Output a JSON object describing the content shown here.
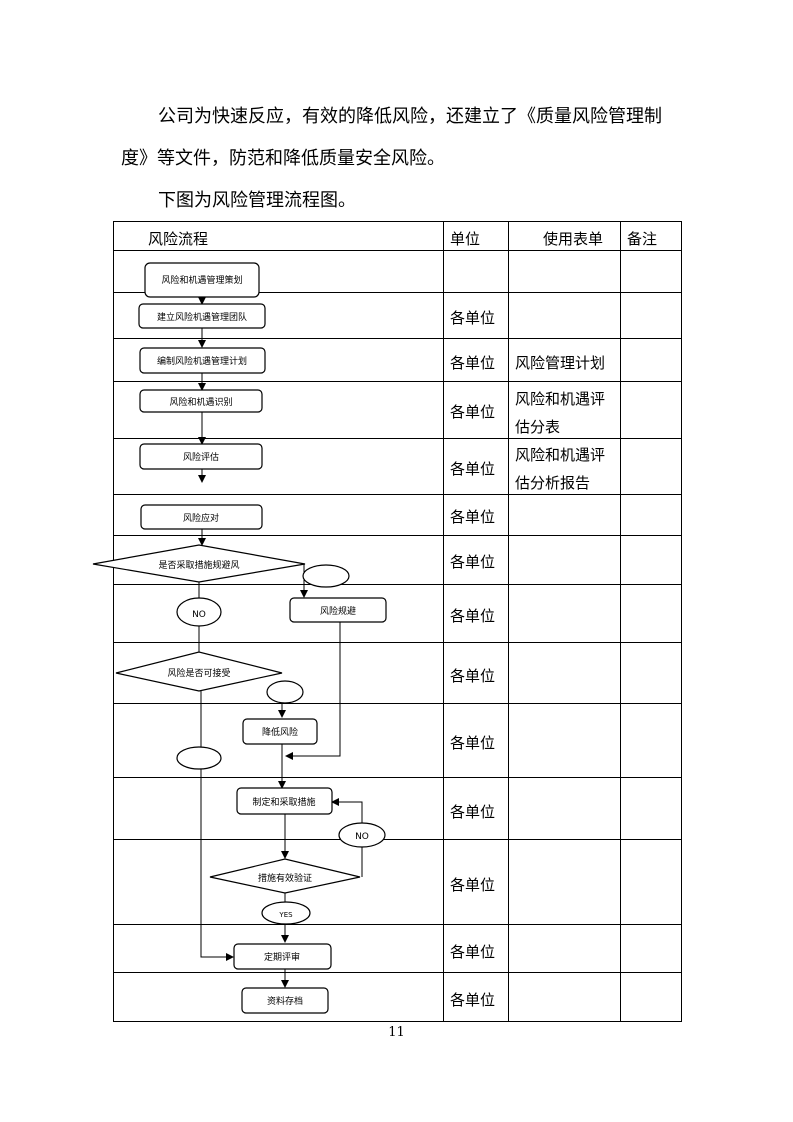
{
  "paragraphs": {
    "p1_line1": "公司为快速反应，有效的降低风险，还建立了《质量风险管理制",
    "p1_line2": "度》等文件，防范和降低质量安全风险。",
    "p2": "下图为风险管理流程图。"
  },
  "table": {
    "headers": [
      "风险流程",
      "单位",
      "使用表单",
      "备注"
    ],
    "rows": [
      {
        "unit": "",
        "form_l1": "",
        "form_l2": ""
      },
      {
        "unit": "各单位",
        "form_l1": "",
        "form_l2": ""
      },
      {
        "unit": "各单位",
        "form_l1": "风险管理计划",
        "form_l2": ""
      },
      {
        "unit": "各单位",
        "form_l1": "风险和机遇评",
        "form_l2": "估分表"
      },
      {
        "unit": "各单位",
        "form_l1": "风险和机遇评",
        "form_l2": "估分析报告"
      },
      {
        "unit": "各单位",
        "form_l1": "",
        "form_l2": ""
      },
      {
        "unit": "各单位",
        "form_l1": "",
        "form_l2": ""
      },
      {
        "unit": "各单位",
        "form_l1": "",
        "form_l2": ""
      },
      {
        "unit": "各单位",
        "form_l1": "",
        "form_l2": ""
      },
      {
        "unit": "各单位",
        "form_l1": "",
        "form_l2": ""
      },
      {
        "unit": "各单位",
        "form_l1": "",
        "form_l2": ""
      },
      {
        "unit": "各单位",
        "form_l1": "",
        "form_l2": ""
      },
      {
        "unit": "各单位",
        "form_l1": "",
        "form_l2": ""
      },
      {
        "unit": "各单位",
        "form_l1": "",
        "form_l2": ""
      }
    ]
  },
  "flow": {
    "step1": "风险和机遇管理策划",
    "step2": "建立风险机遇管理团队",
    "step3": "编制风险机遇管理计划",
    "step4": "风险和机遇识别",
    "step5": "风险评估",
    "step6": "风险应对",
    "decision1": "是否采取措施规避风",
    "no1": "NO",
    "avoid": "风险规避",
    "decision2": "风险是否可接受",
    "reduce": "降低风险",
    "measures": "制定和采取措施",
    "no2": "NO",
    "decision3": "措施有效验证",
    "yes": "YES",
    "review": "定期评审",
    "archive": "资料存档"
  },
  "page_number": "11"
}
